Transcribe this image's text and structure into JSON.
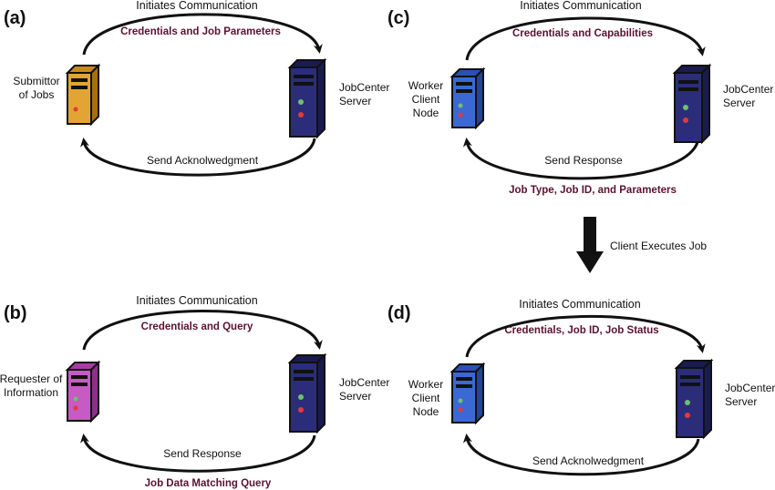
{
  "panels": {
    "a": {
      "label": "(a)",
      "top_caption": "Initiates Communication",
      "message_top": "Credentials and Job Parameters",
      "bottom_caption": "Send Acknolwedgment",
      "message_bottom": "",
      "client_label": [
        "Submittor",
        "of Jobs"
      ],
      "server_label": [
        "JobCenter",
        "Server"
      ],
      "client_color": "#e2a534"
    },
    "b": {
      "label": "(b)",
      "top_caption": "Initiates Communication",
      "message_top": "Credentials and Query",
      "bottom_caption": "Send Response",
      "message_bottom": "Job Data Matching Query",
      "client_label": [
        "Requester of",
        "Information"
      ],
      "server_label": [
        "JobCenter",
        "Server"
      ],
      "client_color": "#c75ac5"
    },
    "c": {
      "label": "(c)",
      "top_caption": "Initiates Communication",
      "message_top": "Credentials and  Capabilities",
      "bottom_caption": "Send Response",
      "message_bottom": "Job Type, Job ID, and Parameters",
      "client_label": [
        "Worker",
        "Client",
        "Node"
      ],
      "server_label": [
        "JobCenter",
        "Server"
      ],
      "client_color": "#3c68d4"
    },
    "d": {
      "label": "(d)",
      "top_caption": "Initiates Communication",
      "message_top": "Credentials, Job ID, Job Status",
      "bottom_caption": "Send Acknolwedgment",
      "message_bottom": "",
      "client_label": [
        "Worker",
        "Client",
        "Node"
      ],
      "server_label": [
        "JobCenter",
        "Server"
      ],
      "client_color": "#3c68d4"
    }
  },
  "transition": {
    "label": "Client Executes Job"
  },
  "colors": {
    "server": "#2b2d7a",
    "server_dark": "#1a1b4f",
    "message": "#5a1230",
    "arrow": "#111111",
    "led_green": "#6ec06e",
    "led_red": "#e23a3a"
  }
}
